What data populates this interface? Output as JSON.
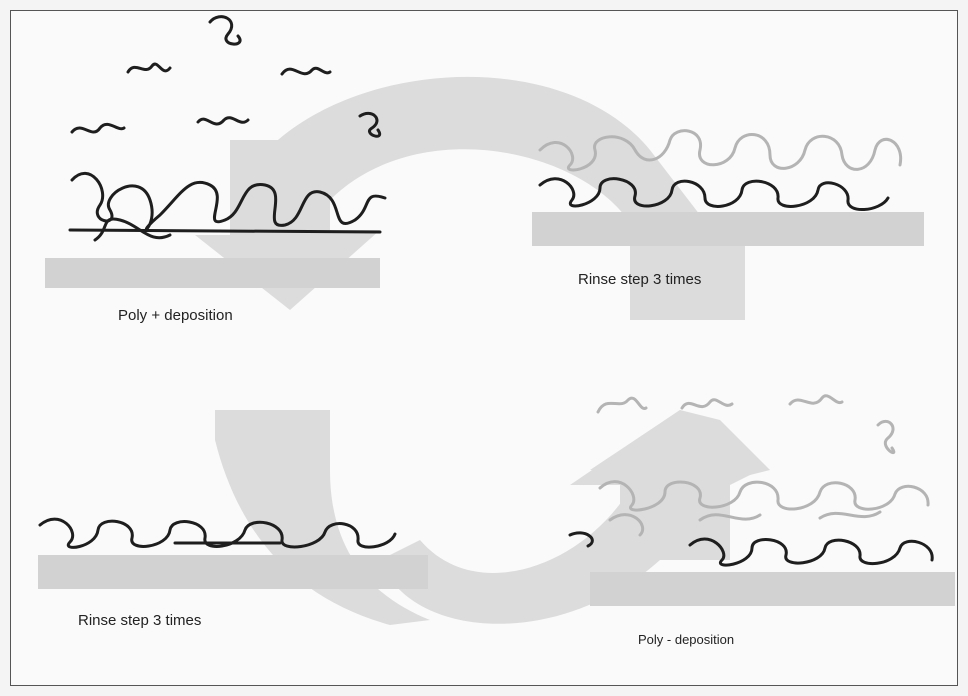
{
  "labels": {
    "top_left": "Poly + deposition",
    "top_right": "Rinse step 3 times",
    "bottom_left": "Rinse step 3 times",
    "bottom_right": "Poly - deposition"
  },
  "colors": {
    "substrate": "#d2d2d2",
    "cycle_arrow": "#dcdcdc",
    "dark_polymer": "#1e1e1e",
    "light_polymer": "#b4b4b4"
  },
  "icons": {
    "cycle_arrows": "circular-process-arrows",
    "polymer_chains": "polymer-coil-glyphs"
  }
}
